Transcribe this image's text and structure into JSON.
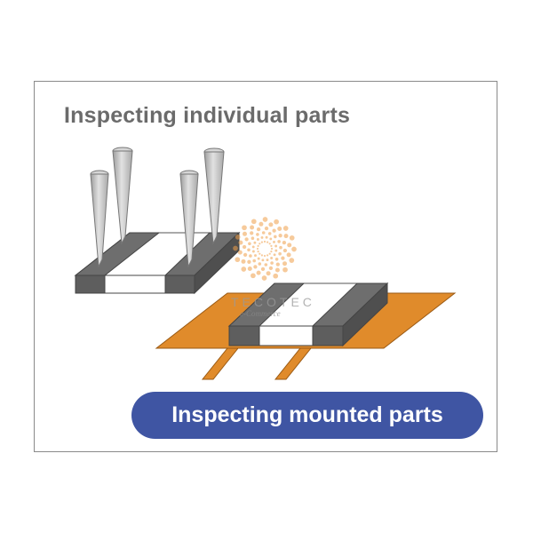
{
  "title": "Inspecting individual parts",
  "caption": "Inspecting mounted parts",
  "watermark": {
    "brand": "TECOTEC",
    "tagline": "e-Commerce"
  },
  "colors": {
    "pill": "#3f55a3",
    "pad": "#e08b2b",
    "electrode": "#6a6a6a",
    "probe": "#bdbdbd",
    "frame": "#8a8a8a"
  },
  "icons": [
    "probe-icon",
    "chip-resistor-icon",
    "pcb-pad-icon",
    "tecotec-logo"
  ]
}
